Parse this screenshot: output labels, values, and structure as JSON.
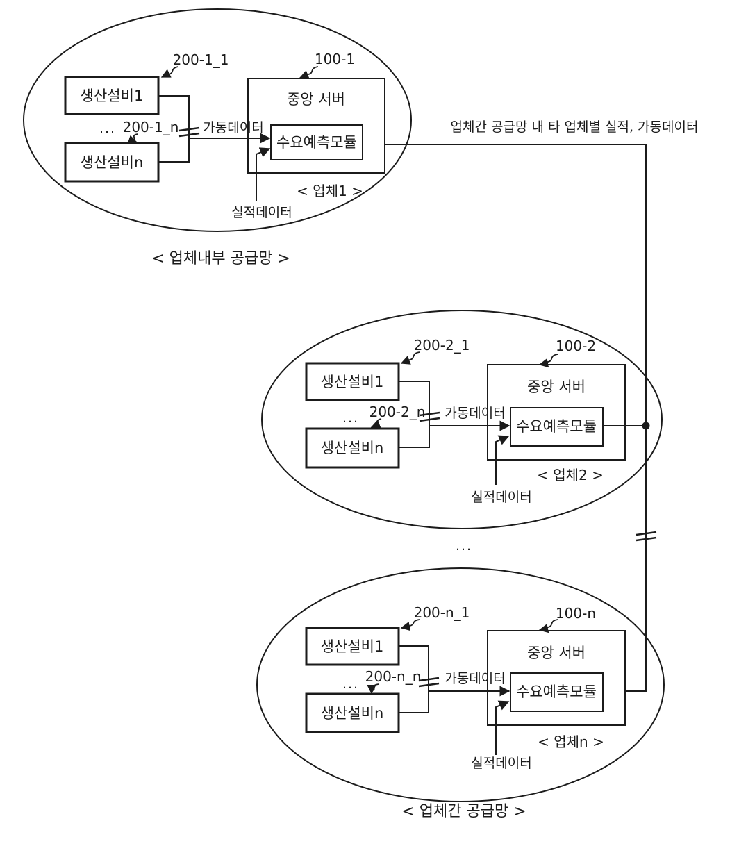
{
  "figure": {
    "captions": {
      "internal_network": "< 업체내부 공급망 >",
      "external_network": "< 업체간 공급망 >"
    },
    "shared_link_label": "업체간 공급망 내 타 업체별 실적, 가동데이터",
    "between_companies_ellipsis": "...",
    "companies": [
      {
        "id_label": "< 업체1 >",
        "facility_1": "생산설비1",
        "facility_n": "생산설비n",
        "facility_ellipsis": "...",
        "ref_facility_1": "200-1_1",
        "ref_facility_n": "200-1_n",
        "ref_server": "100-1",
        "server_title": "중앙 서버",
        "module_label": "수요예측모듈",
        "operation_data_label": "가동데이터",
        "result_data_label": "실적데이터"
      },
      {
        "id_label": "< 업체2 >",
        "facility_1": "생산설비1",
        "facility_n": "생산설비n",
        "facility_ellipsis": "...",
        "ref_facility_1": "200-2_1",
        "ref_facility_n": "200-2_n",
        "ref_server": "100-2",
        "server_title": "중앙 서버",
        "module_label": "수요예측모듈",
        "operation_data_label": "가동데이터",
        "result_data_label": "실적데이터"
      },
      {
        "id_label": "< 업체n >",
        "facility_1": "생산설비1",
        "facility_n": "생산설비n",
        "facility_ellipsis": "...",
        "ref_facility_1": "200-n_1",
        "ref_facility_n": "200-n_n",
        "ref_server": "100-n",
        "server_title": "중앙 서버",
        "module_label": "수요예측모듈",
        "operation_data_label": "가동데이터",
        "result_data_label": "실적데이터"
      }
    ]
  }
}
